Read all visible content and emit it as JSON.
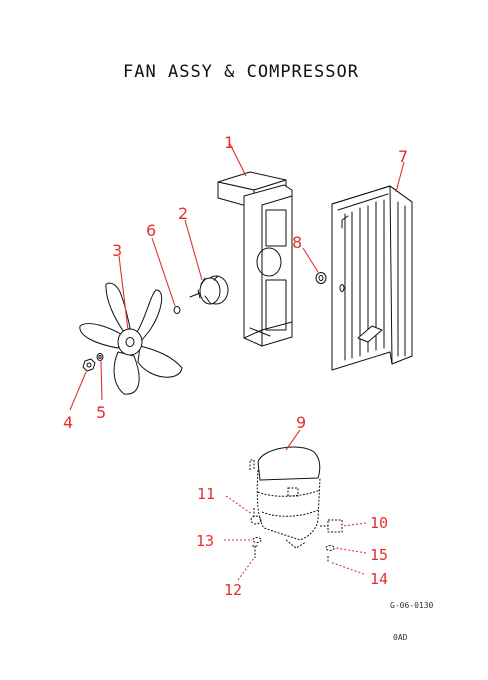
{
  "title": "FAN ASSY & COMPRESSOR",
  "drawing_code": "G-06-0130",
  "page_code": "0AD",
  "callouts": [
    {
      "label": "1"
    },
    {
      "label": "2"
    },
    {
      "label": "3"
    },
    {
      "label": "4"
    },
    {
      "label": "5"
    },
    {
      "label": "6"
    },
    {
      "label": "7"
    },
    {
      "label": "8"
    },
    {
      "label": "9"
    },
    {
      "label": "10"
    },
    {
      "label": "11"
    },
    {
      "label": "12"
    },
    {
      "label": "13"
    },
    {
      "label": "14"
    },
    {
      "label": "15"
    }
  ],
  "colors": {
    "callout": "#e53030",
    "line": "#111111"
  }
}
